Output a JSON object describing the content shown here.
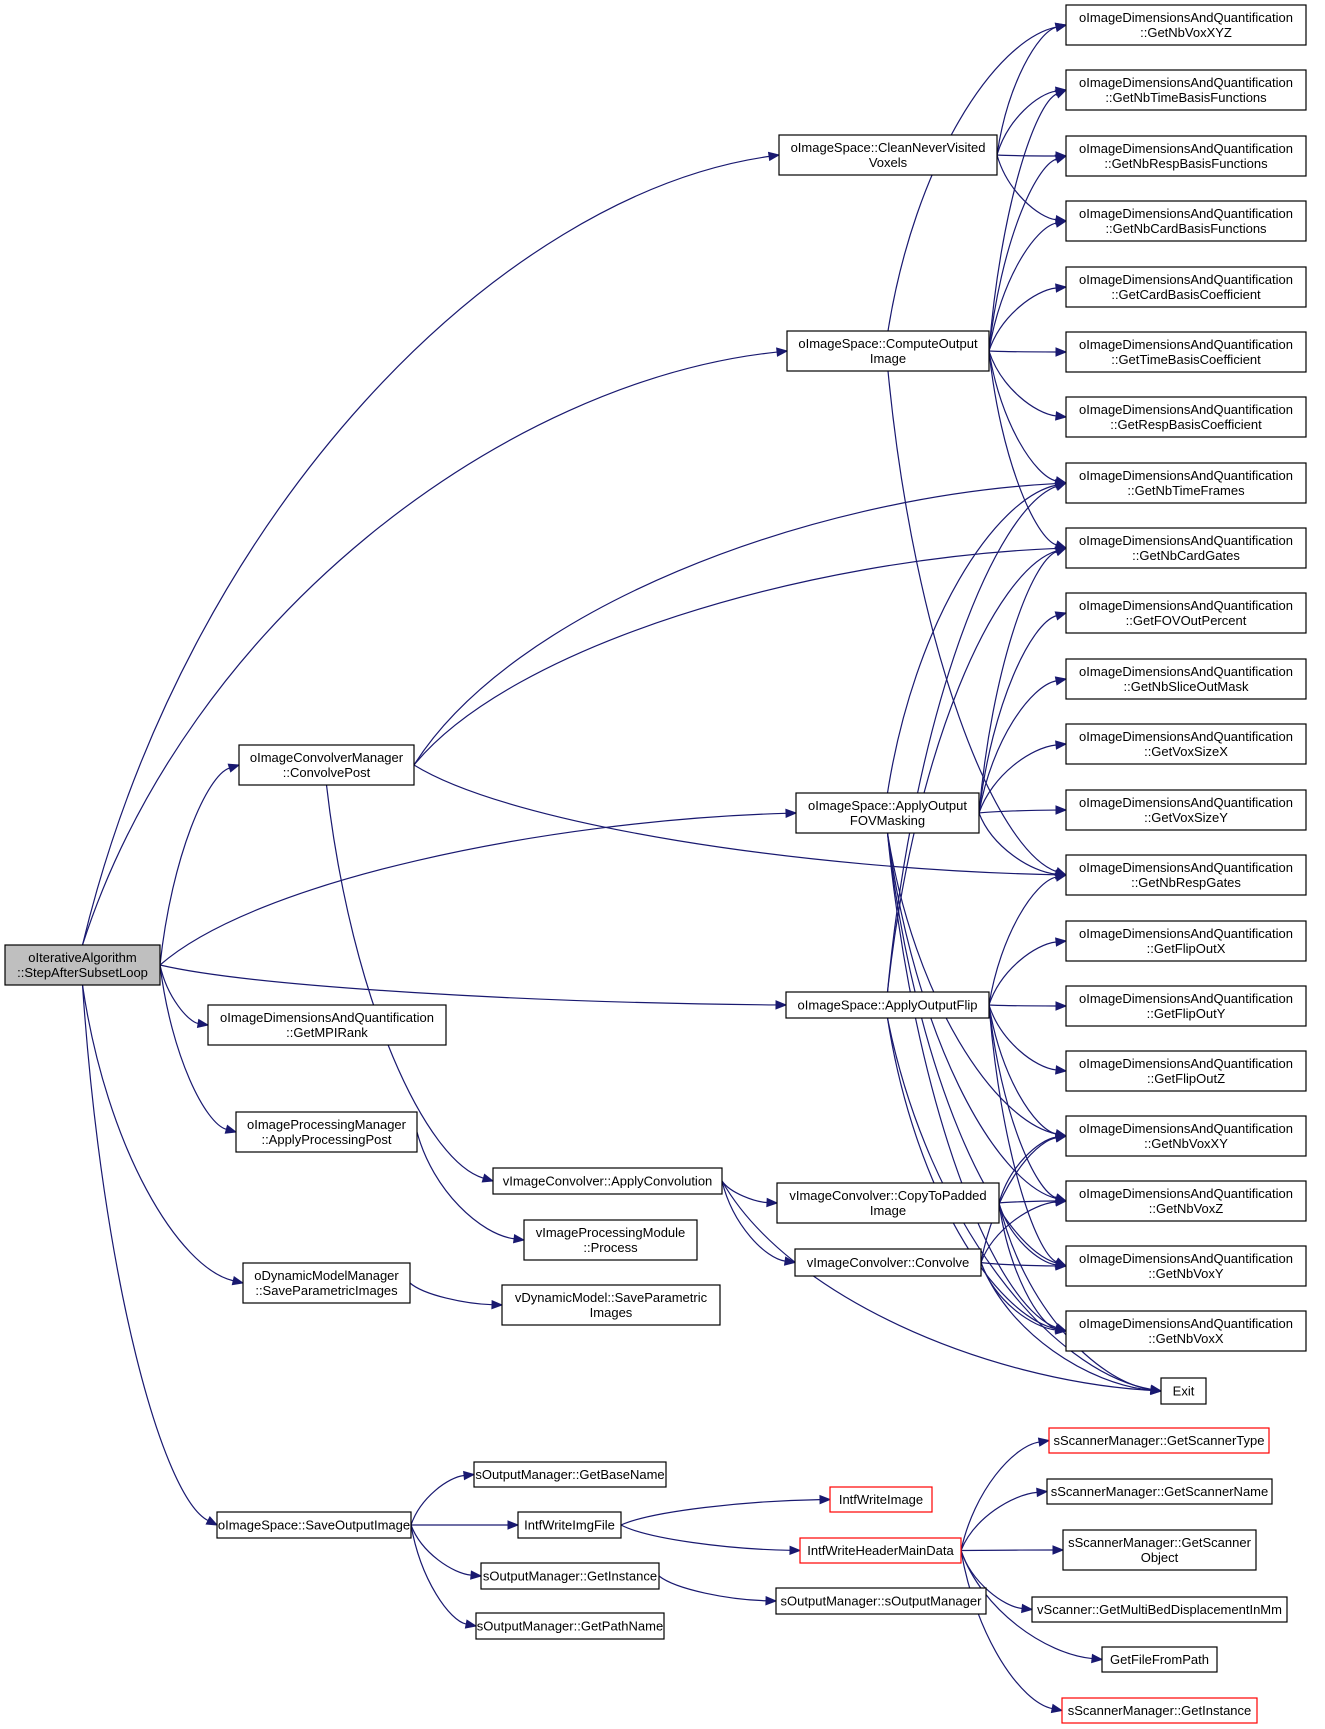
{
  "colors": {
    "edge": "#191970",
    "root_fill": "#bfbfbf",
    "node_fill": "#ffffff",
    "node_border": "#000000",
    "truncated_border": "#ff0000"
  },
  "graph": {
    "type": "call-graph",
    "root": "root",
    "nodes": [
      {
        "id": "root",
        "lines": [
          "oIterativeAlgorithm",
          "::StepAfterSubsetLoop"
        ],
        "style": "root"
      },
      {
        "id": "cleanNever",
        "lines": [
          "oImageSpace::CleanNeverVisited",
          "Voxels"
        ]
      },
      {
        "id": "computeOut",
        "lines": [
          "oImageSpace::ComputeOutput",
          "Image"
        ]
      },
      {
        "id": "convolvePost",
        "lines": [
          "oImageConvolverManager",
          "::ConvolvePost"
        ]
      },
      {
        "id": "fovMasking",
        "lines": [
          "oImageSpace::ApplyOutput",
          "FOVMasking"
        ]
      },
      {
        "id": "outputFlip",
        "lines": [
          "oImageSpace::ApplyOutputFlip"
        ]
      },
      {
        "id": "mpiRank",
        "lines": [
          "oImageDimensionsAndQuantification",
          "::GetMPIRank"
        ]
      },
      {
        "id": "procPost",
        "lines": [
          "oImageProcessingManager",
          "::ApplyProcessingPost"
        ]
      },
      {
        "id": "dynMgr",
        "lines": [
          "oDynamicModelManager",
          "::SaveParametricImages"
        ]
      },
      {
        "id": "saveOut",
        "lines": [
          "oImageSpace::SaveOutputImage"
        ]
      },
      {
        "id": "applyConv",
        "lines": [
          "vImageConvolver::ApplyConvolution"
        ]
      },
      {
        "id": "process",
        "lines": [
          "vImageProcessingModule",
          "::Process"
        ]
      },
      {
        "id": "dynModel",
        "lines": [
          "vDynamicModel::SaveParametric",
          "Images"
        ]
      },
      {
        "id": "copyPadded",
        "lines": [
          "vImageConvolver::CopyToPadded",
          "Image"
        ]
      },
      {
        "id": "convolve",
        "lines": [
          "vImageConvolver::Convolve"
        ]
      },
      {
        "id": "exit",
        "lines": [
          "Exit"
        ]
      },
      {
        "id": "nbVoxXYZ",
        "lines": [
          "oImageDimensionsAndQuantification",
          "::GetNbVoxXYZ"
        ]
      },
      {
        "id": "nbTimeBasis",
        "lines": [
          "oImageDimensionsAndQuantification",
          "::GetNbTimeBasisFunctions"
        ]
      },
      {
        "id": "nbRespBasis",
        "lines": [
          "oImageDimensionsAndQuantification",
          "::GetNbRespBasisFunctions"
        ]
      },
      {
        "id": "nbCardBasis",
        "lines": [
          "oImageDimensionsAndQuantification",
          "::GetNbCardBasisFunctions"
        ]
      },
      {
        "id": "cardCoef",
        "lines": [
          "oImageDimensionsAndQuantification",
          "::GetCardBasisCoefficient"
        ]
      },
      {
        "id": "timeCoef",
        "lines": [
          "oImageDimensionsAndQuantification",
          "::GetTimeBasisCoefficient"
        ]
      },
      {
        "id": "respCoef",
        "lines": [
          "oImageDimensionsAndQuantification",
          "::GetRespBasisCoefficient"
        ]
      },
      {
        "id": "nbTimeFrames",
        "lines": [
          "oImageDimensionsAndQuantification",
          "::GetNbTimeFrames"
        ]
      },
      {
        "id": "nbCardGates",
        "lines": [
          "oImageDimensionsAndQuantification",
          "::GetNbCardGates"
        ]
      },
      {
        "id": "fovOut",
        "lines": [
          "oImageDimensionsAndQuantification",
          "::GetFOVOutPercent"
        ]
      },
      {
        "id": "sliceMask",
        "lines": [
          "oImageDimensionsAndQuantification",
          "::GetNbSliceOutMask"
        ]
      },
      {
        "id": "voxSizeX",
        "lines": [
          "oImageDimensionsAndQuantification",
          "::GetVoxSizeX"
        ]
      },
      {
        "id": "voxSizeY",
        "lines": [
          "oImageDimensionsAndQuantification",
          "::GetVoxSizeY"
        ]
      },
      {
        "id": "nbRespGates",
        "lines": [
          "oImageDimensionsAndQuantification",
          "::GetNbRespGates"
        ]
      },
      {
        "id": "flipX",
        "lines": [
          "oImageDimensionsAndQuantification",
          "::GetFlipOutX"
        ]
      },
      {
        "id": "flipY",
        "lines": [
          "oImageDimensionsAndQuantification",
          "::GetFlipOutY"
        ]
      },
      {
        "id": "flipZ",
        "lines": [
          "oImageDimensionsAndQuantification",
          "::GetFlipOutZ"
        ]
      },
      {
        "id": "nbVoxXY",
        "lines": [
          "oImageDimensionsAndQuantification",
          "::GetNbVoxXY"
        ]
      },
      {
        "id": "nbVoxZ",
        "lines": [
          "oImageDimensionsAndQuantification",
          "::GetNbVoxZ"
        ]
      },
      {
        "id": "nbVoxY",
        "lines": [
          "oImageDimensionsAndQuantification",
          "::GetNbVoxY"
        ]
      },
      {
        "id": "nbVoxX",
        "lines": [
          "oImageDimensionsAndQuantification",
          "::GetNbVoxX"
        ]
      },
      {
        "id": "baseName",
        "lines": [
          "sOutputManager::GetBaseName"
        ]
      },
      {
        "id": "writeImgFile",
        "lines": [
          "IntfWriteImgFile"
        ]
      },
      {
        "id": "outInstance",
        "lines": [
          "sOutputManager::GetInstance"
        ]
      },
      {
        "id": "pathName",
        "lines": [
          "sOutputManager::GetPathName"
        ]
      },
      {
        "id": "writeImage",
        "lines": [
          "IntfWriteImage"
        ],
        "style": "truncated"
      },
      {
        "id": "writeHeader",
        "lines": [
          "IntfWriteHeaderMainData"
        ],
        "style": "truncated"
      },
      {
        "id": "outCtor",
        "lines": [
          "sOutputManager::sOutputManager"
        ]
      },
      {
        "id": "scanType",
        "lines": [
          "sScannerManager::GetScannerType"
        ],
        "style": "truncated"
      },
      {
        "id": "scanName",
        "lines": [
          "sScannerManager::GetScannerName"
        ]
      },
      {
        "id": "scanObject",
        "lines": [
          "sScannerManager::GetScanner",
          "Object"
        ]
      },
      {
        "id": "multiBed",
        "lines": [
          "vScanner::GetMultiBedDisplacementInMm"
        ]
      },
      {
        "id": "fileFromPath",
        "lines": [
          "GetFileFromPath"
        ]
      },
      {
        "id": "scanInstance",
        "lines": [
          "sScannerManager::GetInstance"
        ],
        "style": "truncated"
      }
    ],
    "edges": [
      [
        "root",
        "cleanNever"
      ],
      [
        "root",
        "computeOut"
      ],
      [
        "root",
        "convolvePost"
      ],
      [
        "root",
        "fovMasking"
      ],
      [
        "root",
        "outputFlip"
      ],
      [
        "root",
        "mpiRank"
      ],
      [
        "root",
        "procPost"
      ],
      [
        "root",
        "dynMgr"
      ],
      [
        "root",
        "saveOut"
      ],
      [
        "cleanNever",
        "nbVoxXYZ"
      ],
      [
        "cleanNever",
        "nbTimeBasis"
      ],
      [
        "cleanNever",
        "nbRespBasis"
      ],
      [
        "cleanNever",
        "nbCardBasis"
      ],
      [
        "computeOut",
        "nbVoxXYZ"
      ],
      [
        "computeOut",
        "nbTimeBasis"
      ],
      [
        "computeOut",
        "nbRespBasis"
      ],
      [
        "computeOut",
        "nbCardBasis"
      ],
      [
        "computeOut",
        "cardCoef"
      ],
      [
        "computeOut",
        "timeCoef"
      ],
      [
        "computeOut",
        "respCoef"
      ],
      [
        "computeOut",
        "nbTimeFrames"
      ],
      [
        "computeOut",
        "nbCardGates"
      ],
      [
        "computeOut",
        "nbRespGates"
      ],
      [
        "convolvePost",
        "nbTimeFrames"
      ],
      [
        "convolvePost",
        "nbCardGates"
      ],
      [
        "convolvePost",
        "nbRespGates"
      ],
      [
        "convolvePost",
        "applyConv"
      ],
      [
        "fovMasking",
        "nbTimeFrames"
      ],
      [
        "fovMasking",
        "nbCardGates"
      ],
      [
        "fovMasking",
        "fovOut"
      ],
      [
        "fovMasking",
        "sliceMask"
      ],
      [
        "fovMasking",
        "voxSizeX"
      ],
      [
        "fovMasking",
        "voxSizeY"
      ],
      [
        "fovMasking",
        "nbRespGates"
      ],
      [
        "fovMasking",
        "nbVoxXY"
      ],
      [
        "fovMasking",
        "nbVoxZ"
      ],
      [
        "fovMasking",
        "nbVoxY"
      ],
      [
        "fovMasking",
        "nbVoxX"
      ],
      [
        "outputFlip",
        "nbTimeFrames"
      ],
      [
        "outputFlip",
        "nbCardGates"
      ],
      [
        "outputFlip",
        "nbRespGates"
      ],
      [
        "outputFlip",
        "flipX"
      ],
      [
        "outputFlip",
        "flipY"
      ],
      [
        "outputFlip",
        "flipZ"
      ],
      [
        "outputFlip",
        "nbVoxXY"
      ],
      [
        "outputFlip",
        "nbVoxZ"
      ],
      [
        "outputFlip",
        "nbVoxY"
      ],
      [
        "outputFlip",
        "nbVoxX"
      ],
      [
        "outputFlip",
        "exit"
      ],
      [
        "procPost",
        "process"
      ],
      [
        "dynMgr",
        "dynModel"
      ],
      [
        "applyConv",
        "copyPadded"
      ],
      [
        "applyConv",
        "convolve"
      ],
      [
        "applyConv",
        "exit"
      ],
      [
        "copyPadded",
        "nbVoxXY"
      ],
      [
        "copyPadded",
        "nbVoxZ"
      ],
      [
        "copyPadded",
        "nbVoxY"
      ],
      [
        "copyPadded",
        "nbVoxX"
      ],
      [
        "copyPadded",
        "exit"
      ],
      [
        "convolve",
        "nbVoxXY"
      ],
      [
        "convolve",
        "nbVoxZ"
      ],
      [
        "convolve",
        "nbVoxY"
      ],
      [
        "convolve",
        "nbVoxX"
      ],
      [
        "convolve",
        "exit"
      ],
      [
        "saveOut",
        "baseName"
      ],
      [
        "saveOut",
        "writeImgFile"
      ],
      [
        "saveOut",
        "outInstance"
      ],
      [
        "saveOut",
        "pathName"
      ],
      [
        "writeImgFile",
        "writeImage"
      ],
      [
        "writeImgFile",
        "writeHeader"
      ],
      [
        "outInstance",
        "outCtor"
      ],
      [
        "writeHeader",
        "scanType"
      ],
      [
        "writeHeader",
        "scanName"
      ],
      [
        "writeHeader",
        "scanObject"
      ],
      [
        "writeHeader",
        "multiBed"
      ],
      [
        "writeHeader",
        "fileFromPath"
      ],
      [
        "writeHeader",
        "scanInstance"
      ]
    ]
  }
}
